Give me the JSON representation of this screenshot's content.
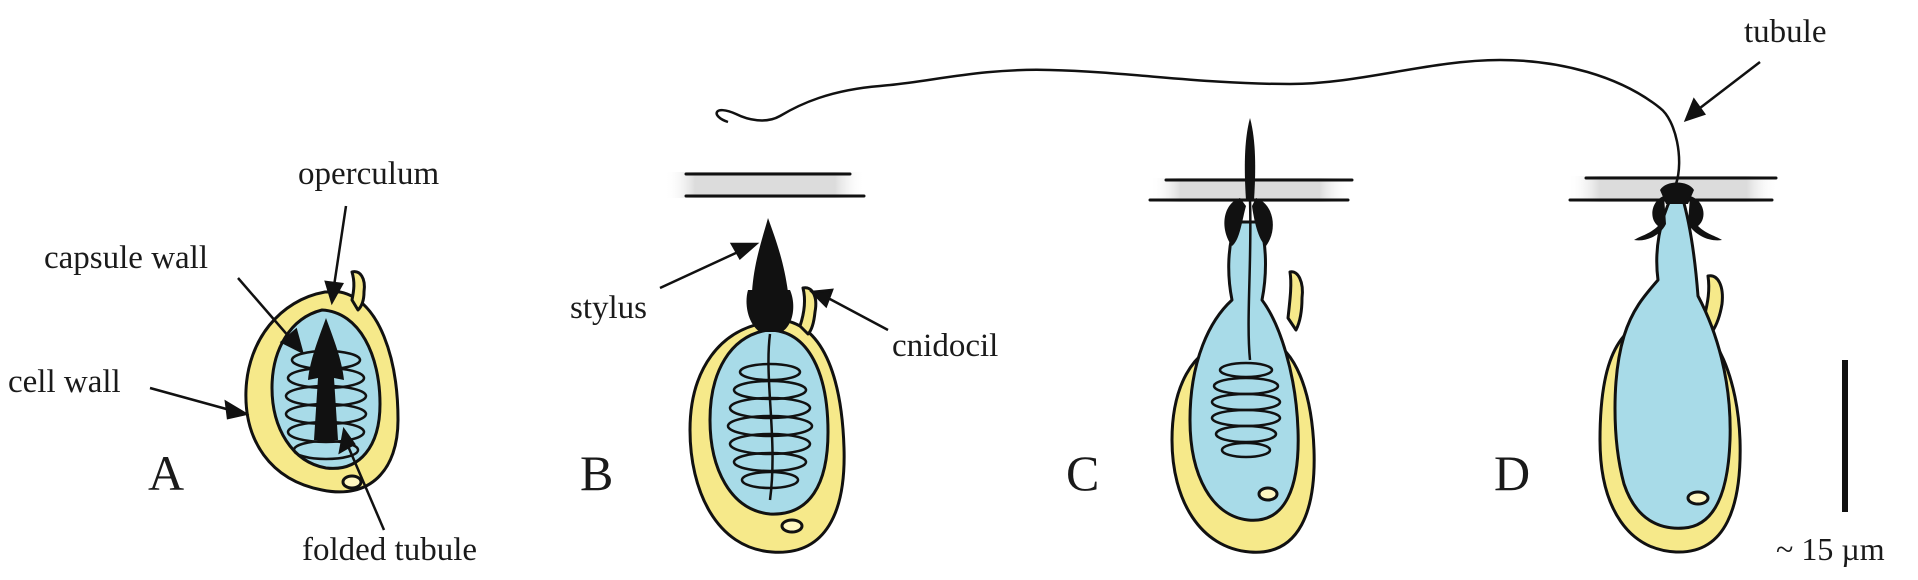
{
  "labels": {
    "operculum": "operculum",
    "capsule_wall": "capsule wall",
    "cell_wall": "cell wall",
    "folded_tubule": "folded tubule",
    "stylus": "stylus",
    "cnidocil": "cnidocil",
    "tubule": "tubule"
  },
  "stages": [
    "A",
    "B",
    "C",
    "D"
  ],
  "scale_bar": {
    "label": "~ 15 µm"
  },
  "colors": {
    "cell": "#f6e98a",
    "capsule": "#a8dbe8",
    "outline": "#111111",
    "membrane": "#dcdcdc"
  }
}
